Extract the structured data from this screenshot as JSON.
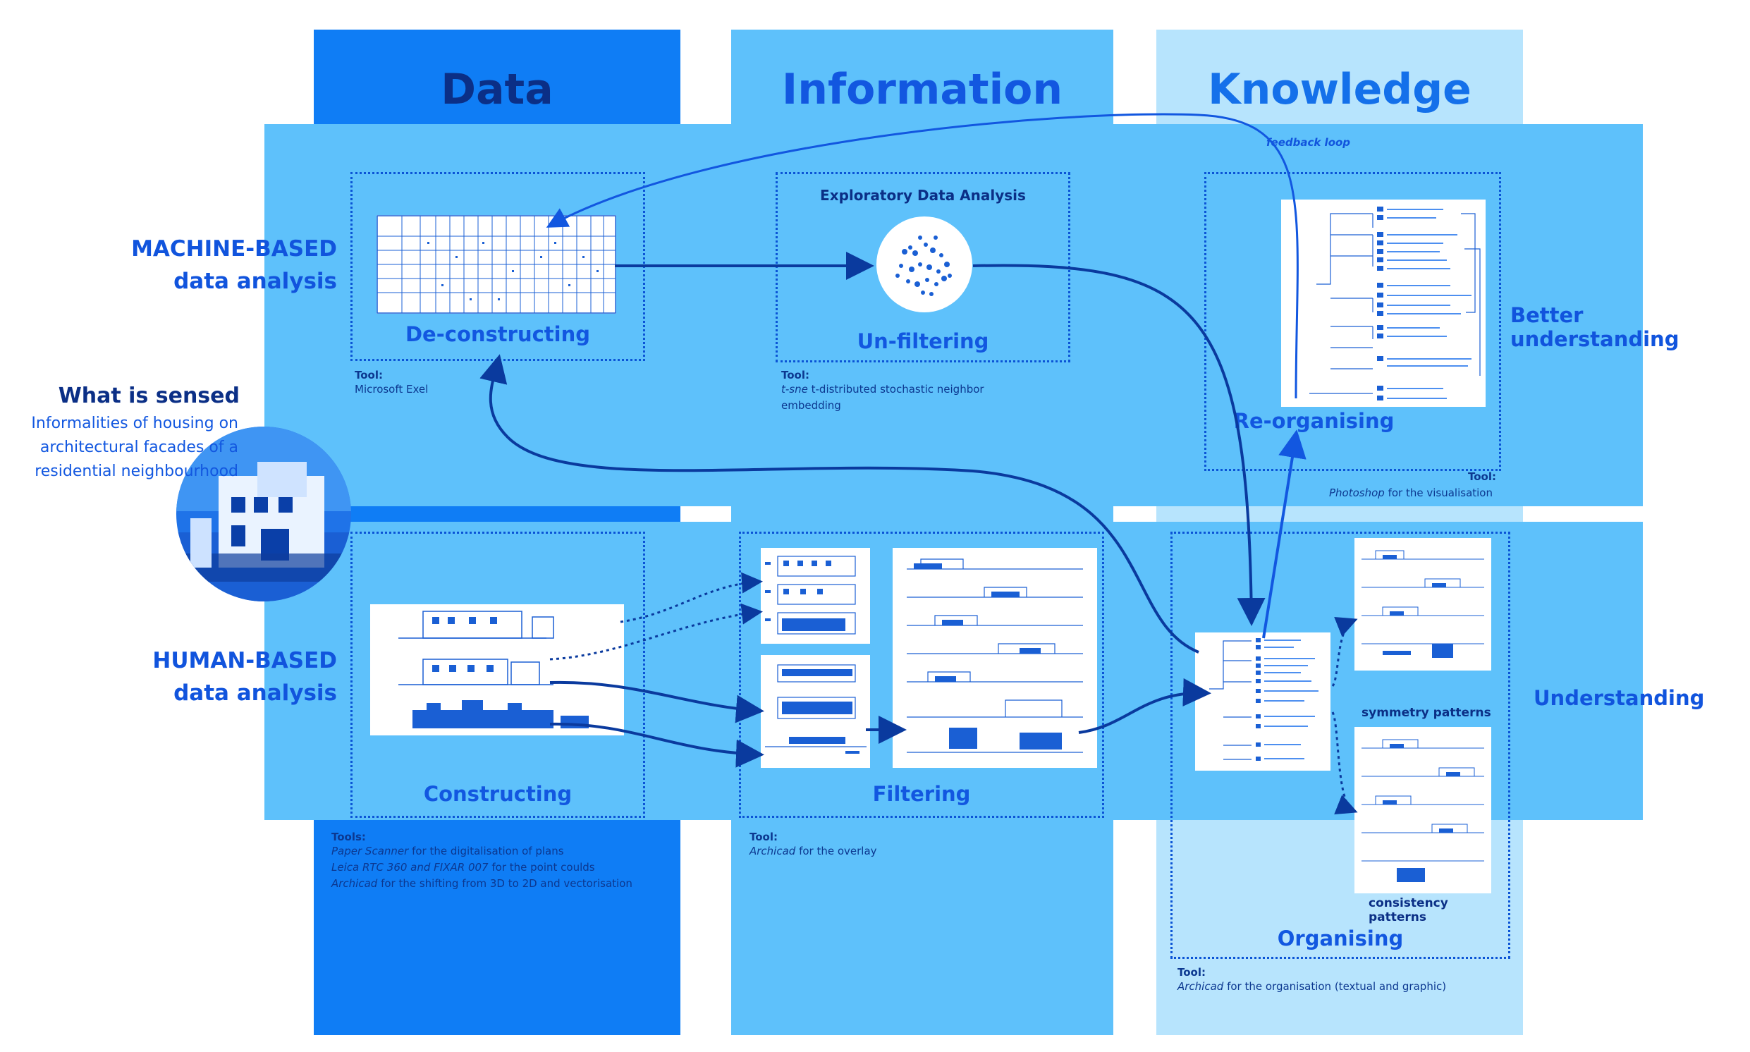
{
  "columns": {
    "data": {
      "title": "Data",
      "color": "#0f7df5"
    },
    "information": {
      "title": "Information",
      "color": "#5ec1fb"
    },
    "knowledge": {
      "title": "Knowledge",
      "color": "#b7e4fd"
    }
  },
  "rows": {
    "machine": {
      "label_line1": "MACHINE-BASED",
      "label_line2": "data analysis",
      "outcome": "Better understanding"
    },
    "human": {
      "label_line1": "HUMAN-BASED",
      "label_line2": "data analysis",
      "outcome": "Understanding"
    }
  },
  "sensed": {
    "title": "What is sensed",
    "line1": "Informalities of housing on",
    "line2": "architectural facades of a",
    "line3": "residential neighbourhood"
  },
  "stages": {
    "deconstructing": {
      "label": "De-constructing",
      "tool_heading": "Tool:",
      "tool_text": "Microsoft Exel"
    },
    "unfiltering": {
      "heading": "Exploratory Data Analysis",
      "label": "Un-filtering",
      "tool_heading": "Tool:",
      "tool_name": "t-sne",
      "tool_text_1": " t-distributed stochastic neighbor",
      "tool_text_2": "embedding"
    },
    "reorganising": {
      "label": "Re-organising",
      "tool_heading": "Tool:",
      "tool_name": "Photoshop",
      "tool_text": " for the visualisation"
    },
    "constructing": {
      "label": "Constructing",
      "tool_heading": "Tools:",
      "t1_name": "Paper Scanner",
      "t1_text": " for the digitalisation of plans",
      "t2_name": "Leica RTC 360 and FIXAR 007",
      "t2_text": " for the point coulds",
      "t3_name": "Archicad",
      "t3_text": " for the shifting from 3D to 2D and vectorisation"
    },
    "filtering": {
      "label": "Filtering",
      "tool_heading": "Tool:",
      "tool_name": "Archicad",
      "tool_text": " for the overlay"
    },
    "organising": {
      "label": "Organising",
      "tool_heading": "Tool:",
      "tool_name": "Archicad",
      "tool_text": " for the organisation (textual and graphic)"
    }
  },
  "patterns": {
    "symmetry": "symmetry patterns",
    "consistency": "consistency patterns"
  },
  "feedback": "feedback loop",
  "colors": {
    "arrow": "#0a3a9e",
    "band": "#5ec1fb",
    "dotted": "#0b54d6",
    "title_dark": "#0b2f86",
    "title_blue": "#1257e0"
  }
}
